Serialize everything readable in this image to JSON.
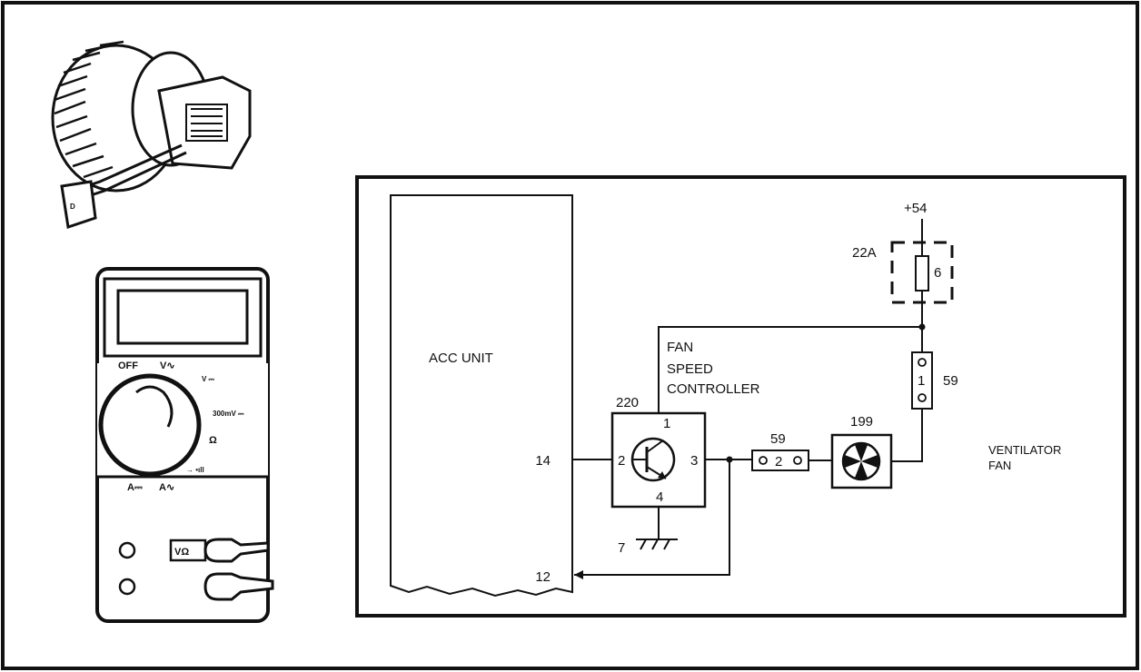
{
  "schematic": {
    "acc_unit": "ACC UNIT",
    "controller_label": [
      "FAN",
      "SPEED",
      "CONTROLLER"
    ],
    "controller_id": "220",
    "controller_pins": {
      "p1": "1",
      "p2": "2",
      "p3": "3",
      "p4": "4"
    },
    "acc_pins": {
      "p14": "14",
      "p12": "12"
    },
    "ground_pin": "7",
    "supply": "+54",
    "fuse_box": "22A",
    "fuse_number": "6",
    "connector_vertical_pin": "1",
    "connector_vertical_id": "59",
    "connector_horizontal_pin": "2",
    "connector_horizontal_id": "59",
    "fan_id": "199",
    "fan_label": [
      "VENTILATOR",
      "FAN"
    ]
  },
  "multimeter": {
    "off": "OFF",
    "v_ac": "V∿",
    "v_dc": "V ⎓",
    "mv_dc": "300mV ⎓",
    "ohm": "Ω",
    "a_dc": "A⎓",
    "a_ac": "A∿",
    "jack": "VΩ"
  },
  "blower_connector": "D"
}
